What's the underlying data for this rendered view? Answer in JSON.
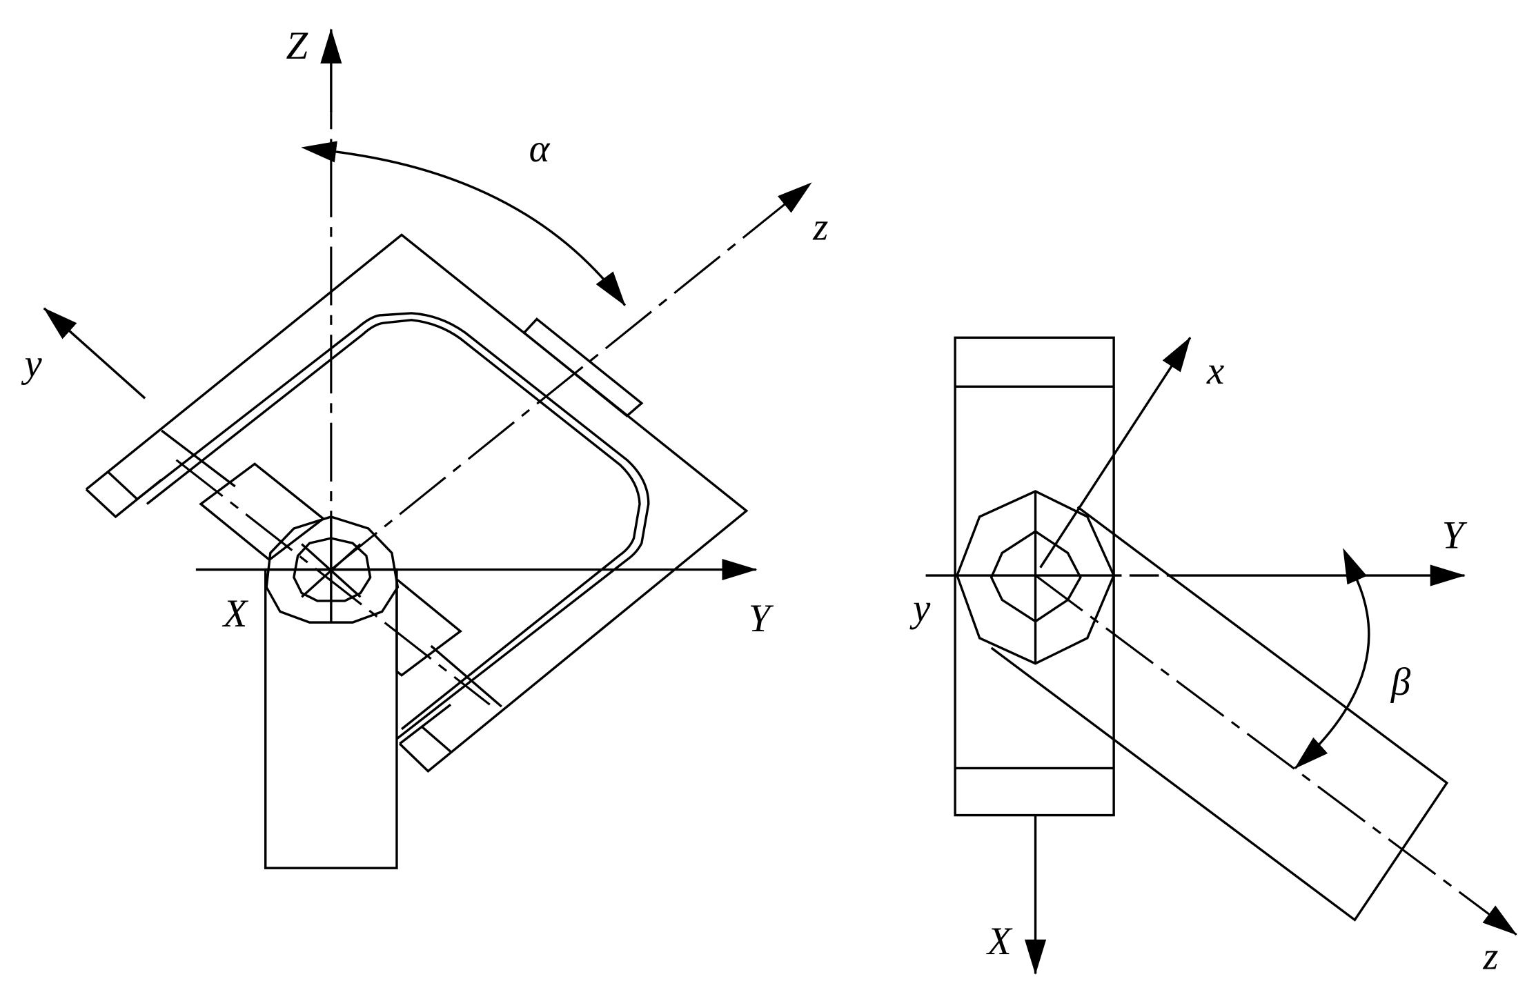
{
  "left_view": {
    "labels": {
      "Z": "Z",
      "Y": "Y",
      "X": "X",
      "z": "z",
      "y": "y",
      "alpha": "α"
    }
  },
  "right_view": {
    "labels": {
      "X": "X",
      "Y": "Y",
      "x": "x",
      "y": "y",
      "z": "z",
      "beta": "β"
    }
  },
  "colors": {
    "stroke": "#000000",
    "background": "#ffffff"
  }
}
